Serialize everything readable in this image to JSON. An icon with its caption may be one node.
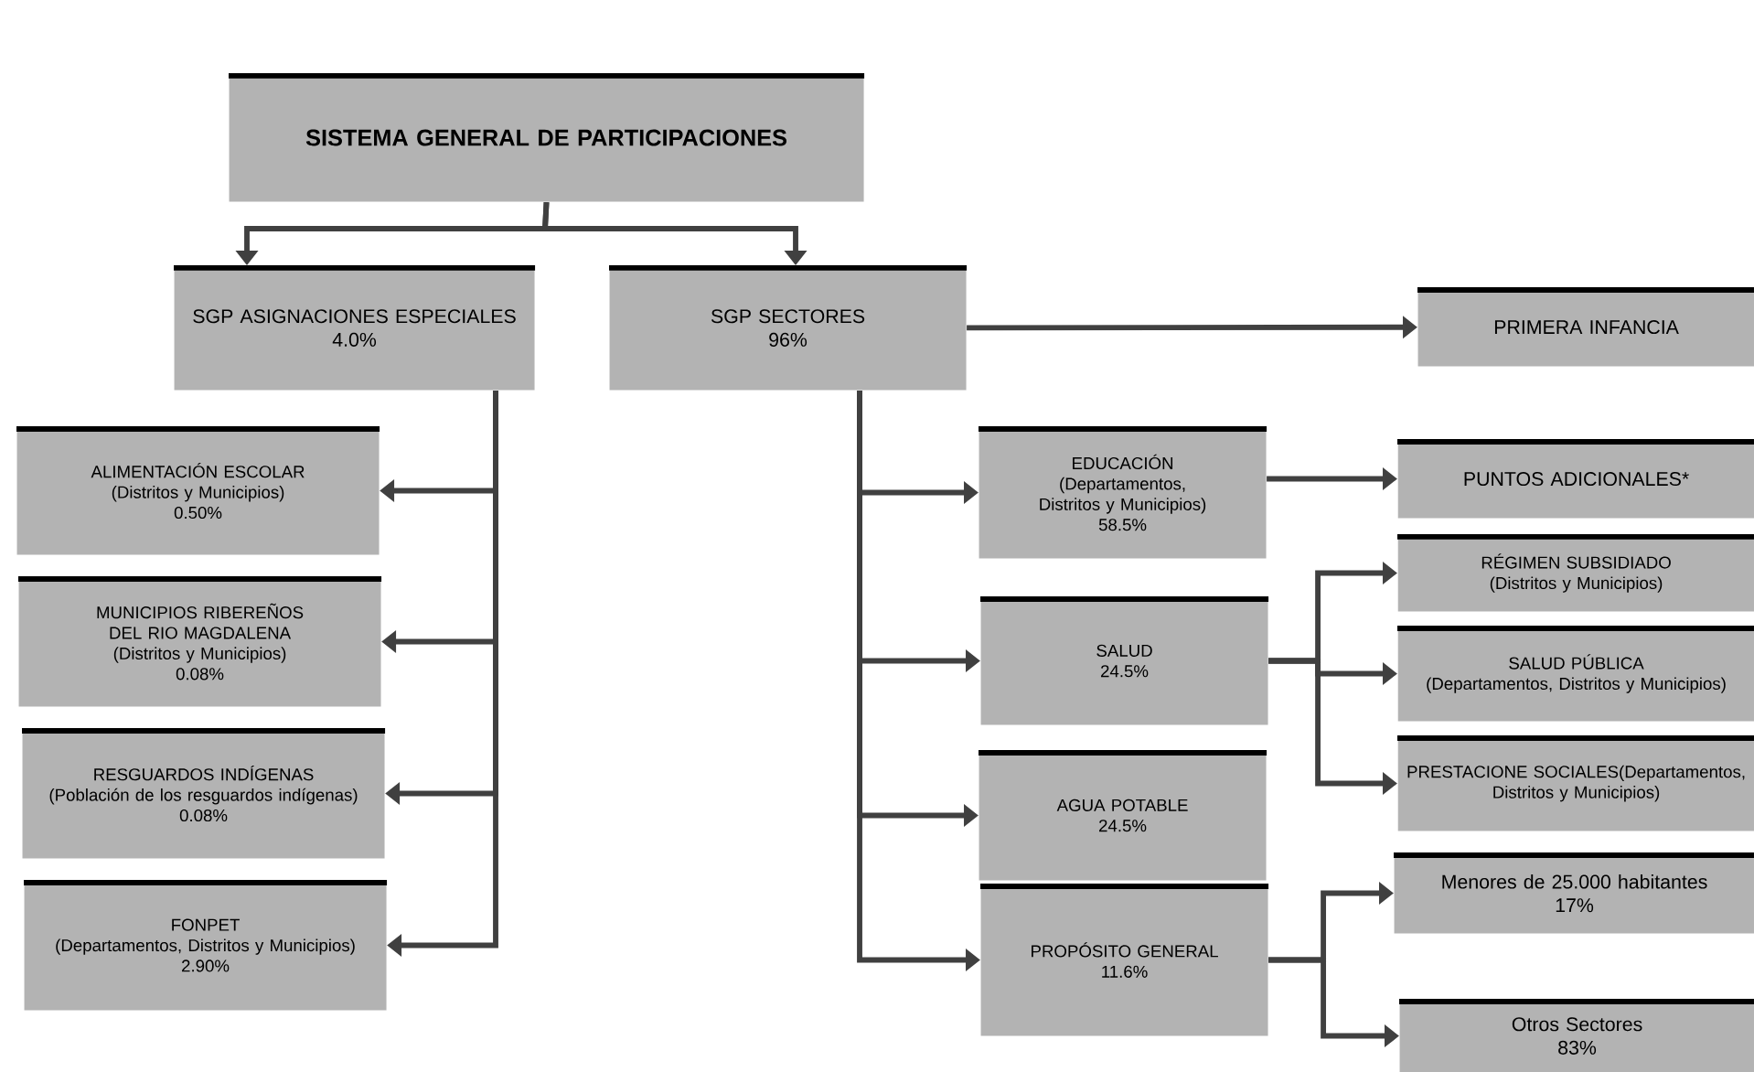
{
  "diagram": {
    "nodes": [
      {
        "text": [
          "SISTEMA GENERAL DE PARTICIPACIONES"
        ]
      },
      {
        "text": [
          "SGP ASIGNACIONES ESPECIALES",
          "4.0%"
        ]
      },
      {
        "text": [
          "SGP SECTORES",
          "96%"
        ]
      },
      {
        "text": [
          "PRIMERA INFANCIA"
        ]
      },
      {
        "text": [
          "ALIMENTACIÓN ESCOLAR",
          "(Distritos y Municipios)",
          "0.50%"
        ]
      },
      {
        "text": [
          "MUNICIPIOS RIBEREÑOS DEL RIO MAGDALENA",
          "(Distritos y Municipios)",
          "0.08%"
        ]
      },
      {
        "text": [
          "RESGUARDOS INDÍGENAS",
          "(Población de los resguardos indígenas)",
          "0.08%"
        ]
      },
      {
        "text": [
          "FONPET",
          "(Departamentos, Distritos y Municipios)",
          "2.90%"
        ]
      },
      {
        "text": [
          "EDUCACIÓN",
          "(Departamentos, Distritos y Municipios)",
          "58.5%"
        ]
      },
      {
        "text": [
          "SALUD",
          "24.5%"
        ]
      },
      {
        "text": [
          "AGUA POTABLE",
          "24.5%"
        ]
      },
      {
        "text": [
          "PROPÓSITO GENERAL",
          "11.6%"
        ]
      },
      {
        "text": [
          "PUNTOS ADICIONALES*"
        ]
      },
      {
        "text": [
          "RÉGIMEN SUBSIDIADO",
          "(Distritos y Municipios)"
        ]
      },
      {
        "text": [
          "SALUD PÚBLICA",
          "(Departamentos, Distritos y Municipios)"
        ]
      },
      {
        "text": [
          "PRESTACIONE SOCIALES(Departamentos, Distritos y Municipios)"
        ]
      },
      {
        "text": [
          "Menores de 25.000 habitantes",
          "17%"
        ]
      },
      {
        "text": [
          "Otros Sectores",
          "83%"
        ]
      }
    ],
    "edges": [
      {
        "from": 0,
        "to": 1,
        "arrow": "to"
      },
      {
        "from": 0,
        "to": 2,
        "arrow": "to"
      },
      {
        "from": 2,
        "to": 3,
        "arrow": "to"
      },
      {
        "from": 1,
        "to": 4,
        "arrow": "to"
      },
      {
        "from": 1,
        "to": 5,
        "arrow": "to"
      },
      {
        "from": 1,
        "to": 6,
        "arrow": "to"
      },
      {
        "from": 1,
        "to": 7,
        "arrow": "to"
      },
      {
        "from": 2,
        "to": 8,
        "arrow": "to"
      },
      {
        "from": 2,
        "to": 9,
        "arrow": "to"
      },
      {
        "from": 2,
        "to": 10,
        "arrow": "to"
      },
      {
        "from": 2,
        "to": 11,
        "arrow": "to"
      },
      {
        "from": 8,
        "to": 12,
        "arrow": "to"
      },
      {
        "from": 9,
        "to": 13,
        "arrow": "to"
      },
      {
        "from": 9,
        "to": 14,
        "arrow": "to"
      },
      {
        "from": 9,
        "to": 15,
        "arrow": "to"
      },
      {
        "from": 11,
        "to": 16,
        "arrow": "to"
      },
      {
        "from": 11,
        "to": 17,
        "arrow": "to"
      }
    ]
  }
}
